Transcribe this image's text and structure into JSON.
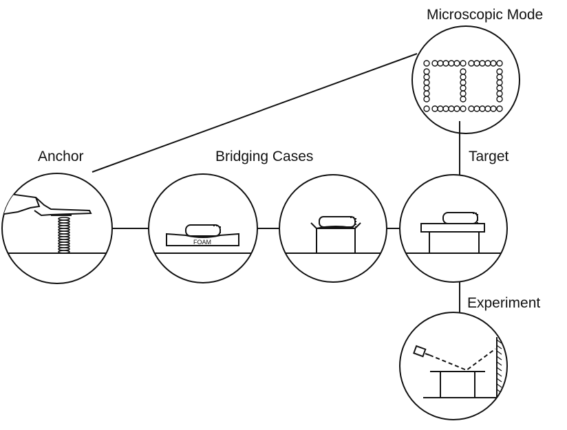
{
  "labels": {
    "microscopic": "Microscopic Mode",
    "anchor": "Anchor",
    "bridging": "Bridging Cases",
    "target": "Target",
    "experiment": "Experiment",
    "foam": "FOAM"
  },
  "colors": {
    "ink": "#111111",
    "background": "#ffffff"
  }
}
